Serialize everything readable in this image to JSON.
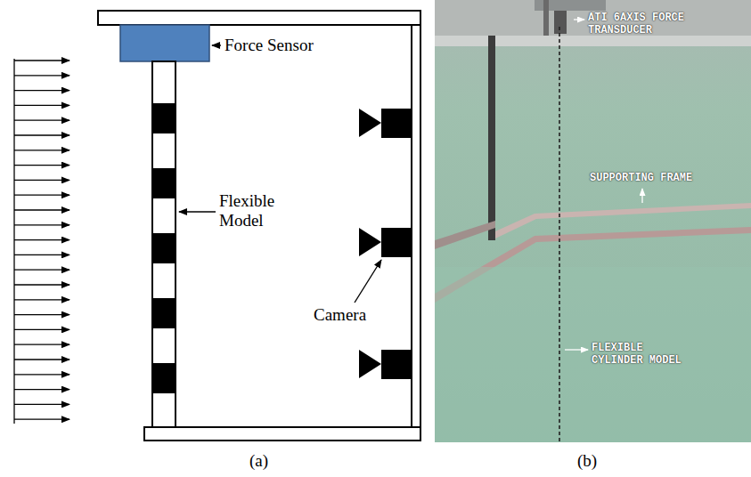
{
  "diagram": {
    "labels": [
      "Force Sensor",
      "Flexible Model",
      "Camera",
      "(a)",
      "(b)",
      "ATI 6AXIS FORCE TRANSDUCER",
      "SUPPORTING FRAME",
      "FLEXIBLE CYLINDER MODEL"
    ]
  }
}
